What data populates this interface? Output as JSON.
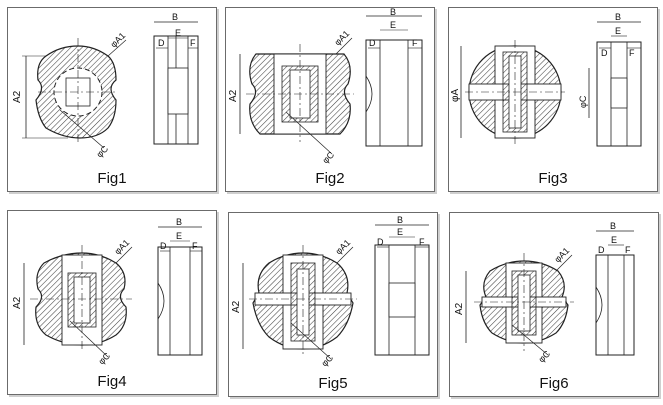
{
  "panels": [
    {
      "caption": "Fig1",
      "dims": {
        "a1": "φA1",
        "a2": "A2",
        "c": "φC",
        "b": "B",
        "d": "D",
        "e": "E",
        "f": "F"
      }
    },
    {
      "caption": "Fig2",
      "dims": {
        "a1": "φA1",
        "a2": "A2",
        "c": "φC",
        "b": "B",
        "d": "D",
        "e": "E",
        "f": "F"
      }
    },
    {
      "caption": "Fig3",
      "dims": {
        "a1": "",
        "a2": "φA",
        "c": "φC",
        "b": "B",
        "d": "D",
        "e": "E",
        "f": "F"
      }
    },
    {
      "caption": "Fig4",
      "dims": {
        "a1": "φA1",
        "a2": "A2",
        "c": "φC",
        "b": "B",
        "d": "D",
        "e": "E",
        "f": "F"
      }
    },
    {
      "caption": "Fig5",
      "dims": {
        "a1": "φA1",
        "a2": "A2",
        "c": "φC",
        "b": "B",
        "d": "D",
        "e": "E",
        "f": "F"
      }
    },
    {
      "caption": "Fig6",
      "dims": {
        "a1": "φA1",
        "a2": "A2",
        "c": "φC",
        "b": "B",
        "d": "D",
        "e": "E",
        "f": "F"
      }
    }
  ],
  "colors": {
    "line": "#222222",
    "hatch": "#444444",
    "border": "#6b6b6b"
  }
}
